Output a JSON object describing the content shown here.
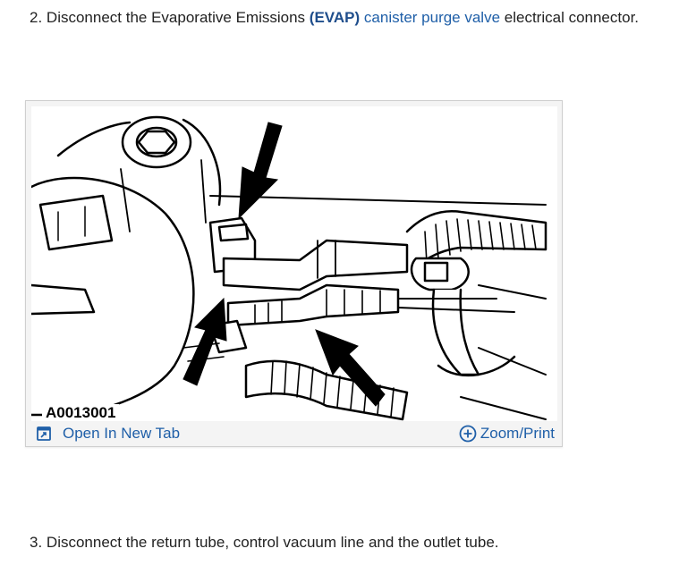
{
  "step2": {
    "number": "2.",
    "text_before": "Disconnect the Evaporative Emissions ",
    "paren_open": "(",
    "abbr": "EVAP",
    "paren_close": ")",
    "link_text": "canister purge valve",
    "text_after": " electrical connector."
  },
  "figure": {
    "image_id": "A0013001",
    "open_tab_label": "Open In New Tab",
    "zoom_print_label": "Zoom/Print",
    "icons": {
      "open_tab": "open-in-new-tab-icon",
      "zoom": "zoom-plus-circle-icon"
    }
  },
  "step3": {
    "number": "3.",
    "text": "Disconnect the return tube, control vacuum line and the outlet tube."
  },
  "colors": {
    "link": "#1f5fa8",
    "abbr": "#1f4e8c",
    "text": "#222222"
  }
}
